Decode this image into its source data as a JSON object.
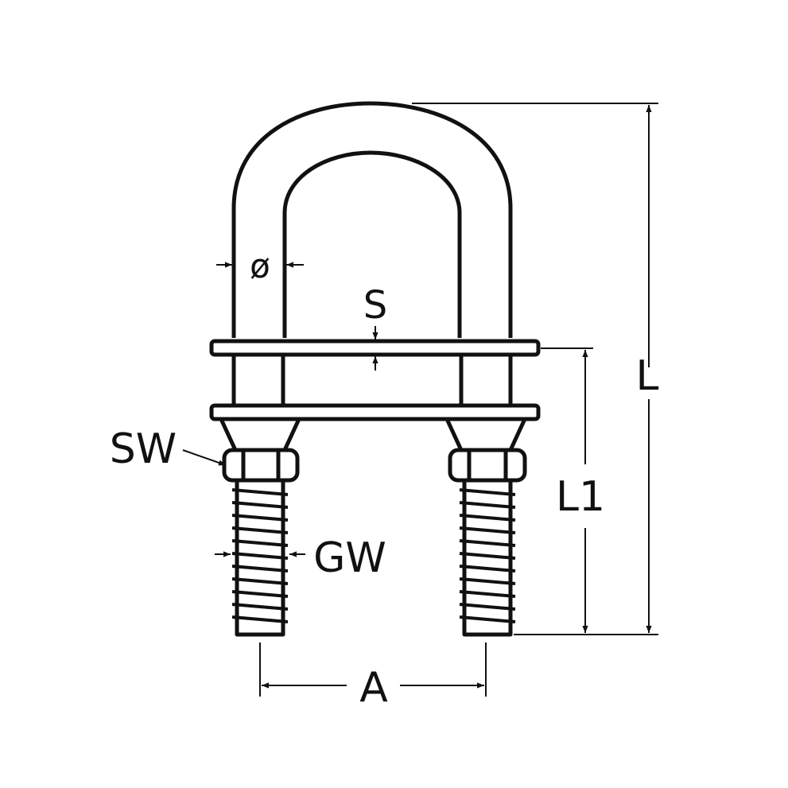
{
  "labels": {
    "diameter": "ø",
    "s": "S",
    "sw": "SW",
    "gw": "GW",
    "a": "A",
    "l": "L",
    "l1": "L1"
  },
  "colors": {
    "line": "#111111",
    "background": "#ffffff"
  }
}
